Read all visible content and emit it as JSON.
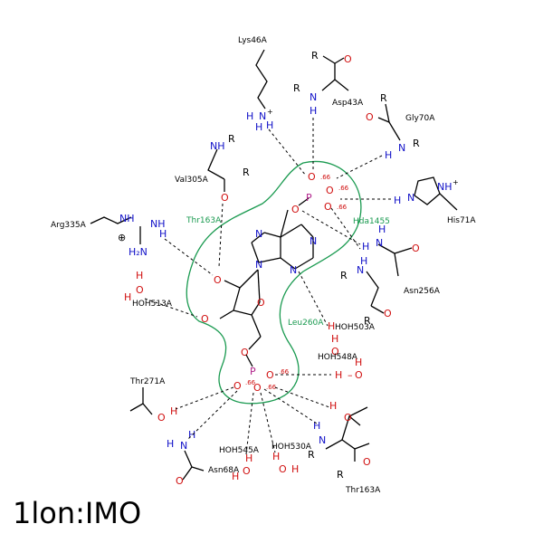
{
  "caption": "1lon:IMO",
  "ligand_charge_label": ".66",
  "residues": {
    "lys46": "Lys46A",
    "asp43": "Asp43A",
    "gly70": "Gly70A",
    "val305": "Val305A",
    "arg335": "Arg335A",
    "his71": "His71A",
    "asn256": "Asn256A",
    "hoh513": "HOH513A",
    "hoh503": "HOH503A",
    "hoh548": "HOH548A",
    "thr271": "Thr271A",
    "hoh545": "HOH545A",
    "hoh530": "HOH530A",
    "asn68": "Asn68A",
    "thr163b": "Thr163A"
  },
  "hydrophobic": {
    "thr163": "Thr163A",
    "hda1455": "Hda1455",
    "leu260": "Leu260A"
  },
  "colors": {
    "nitrogen": "#1010c8",
    "oxygen": "#d01010",
    "phosphorus": "#b0208a",
    "hydrophobic": "#1a9a50"
  }
}
